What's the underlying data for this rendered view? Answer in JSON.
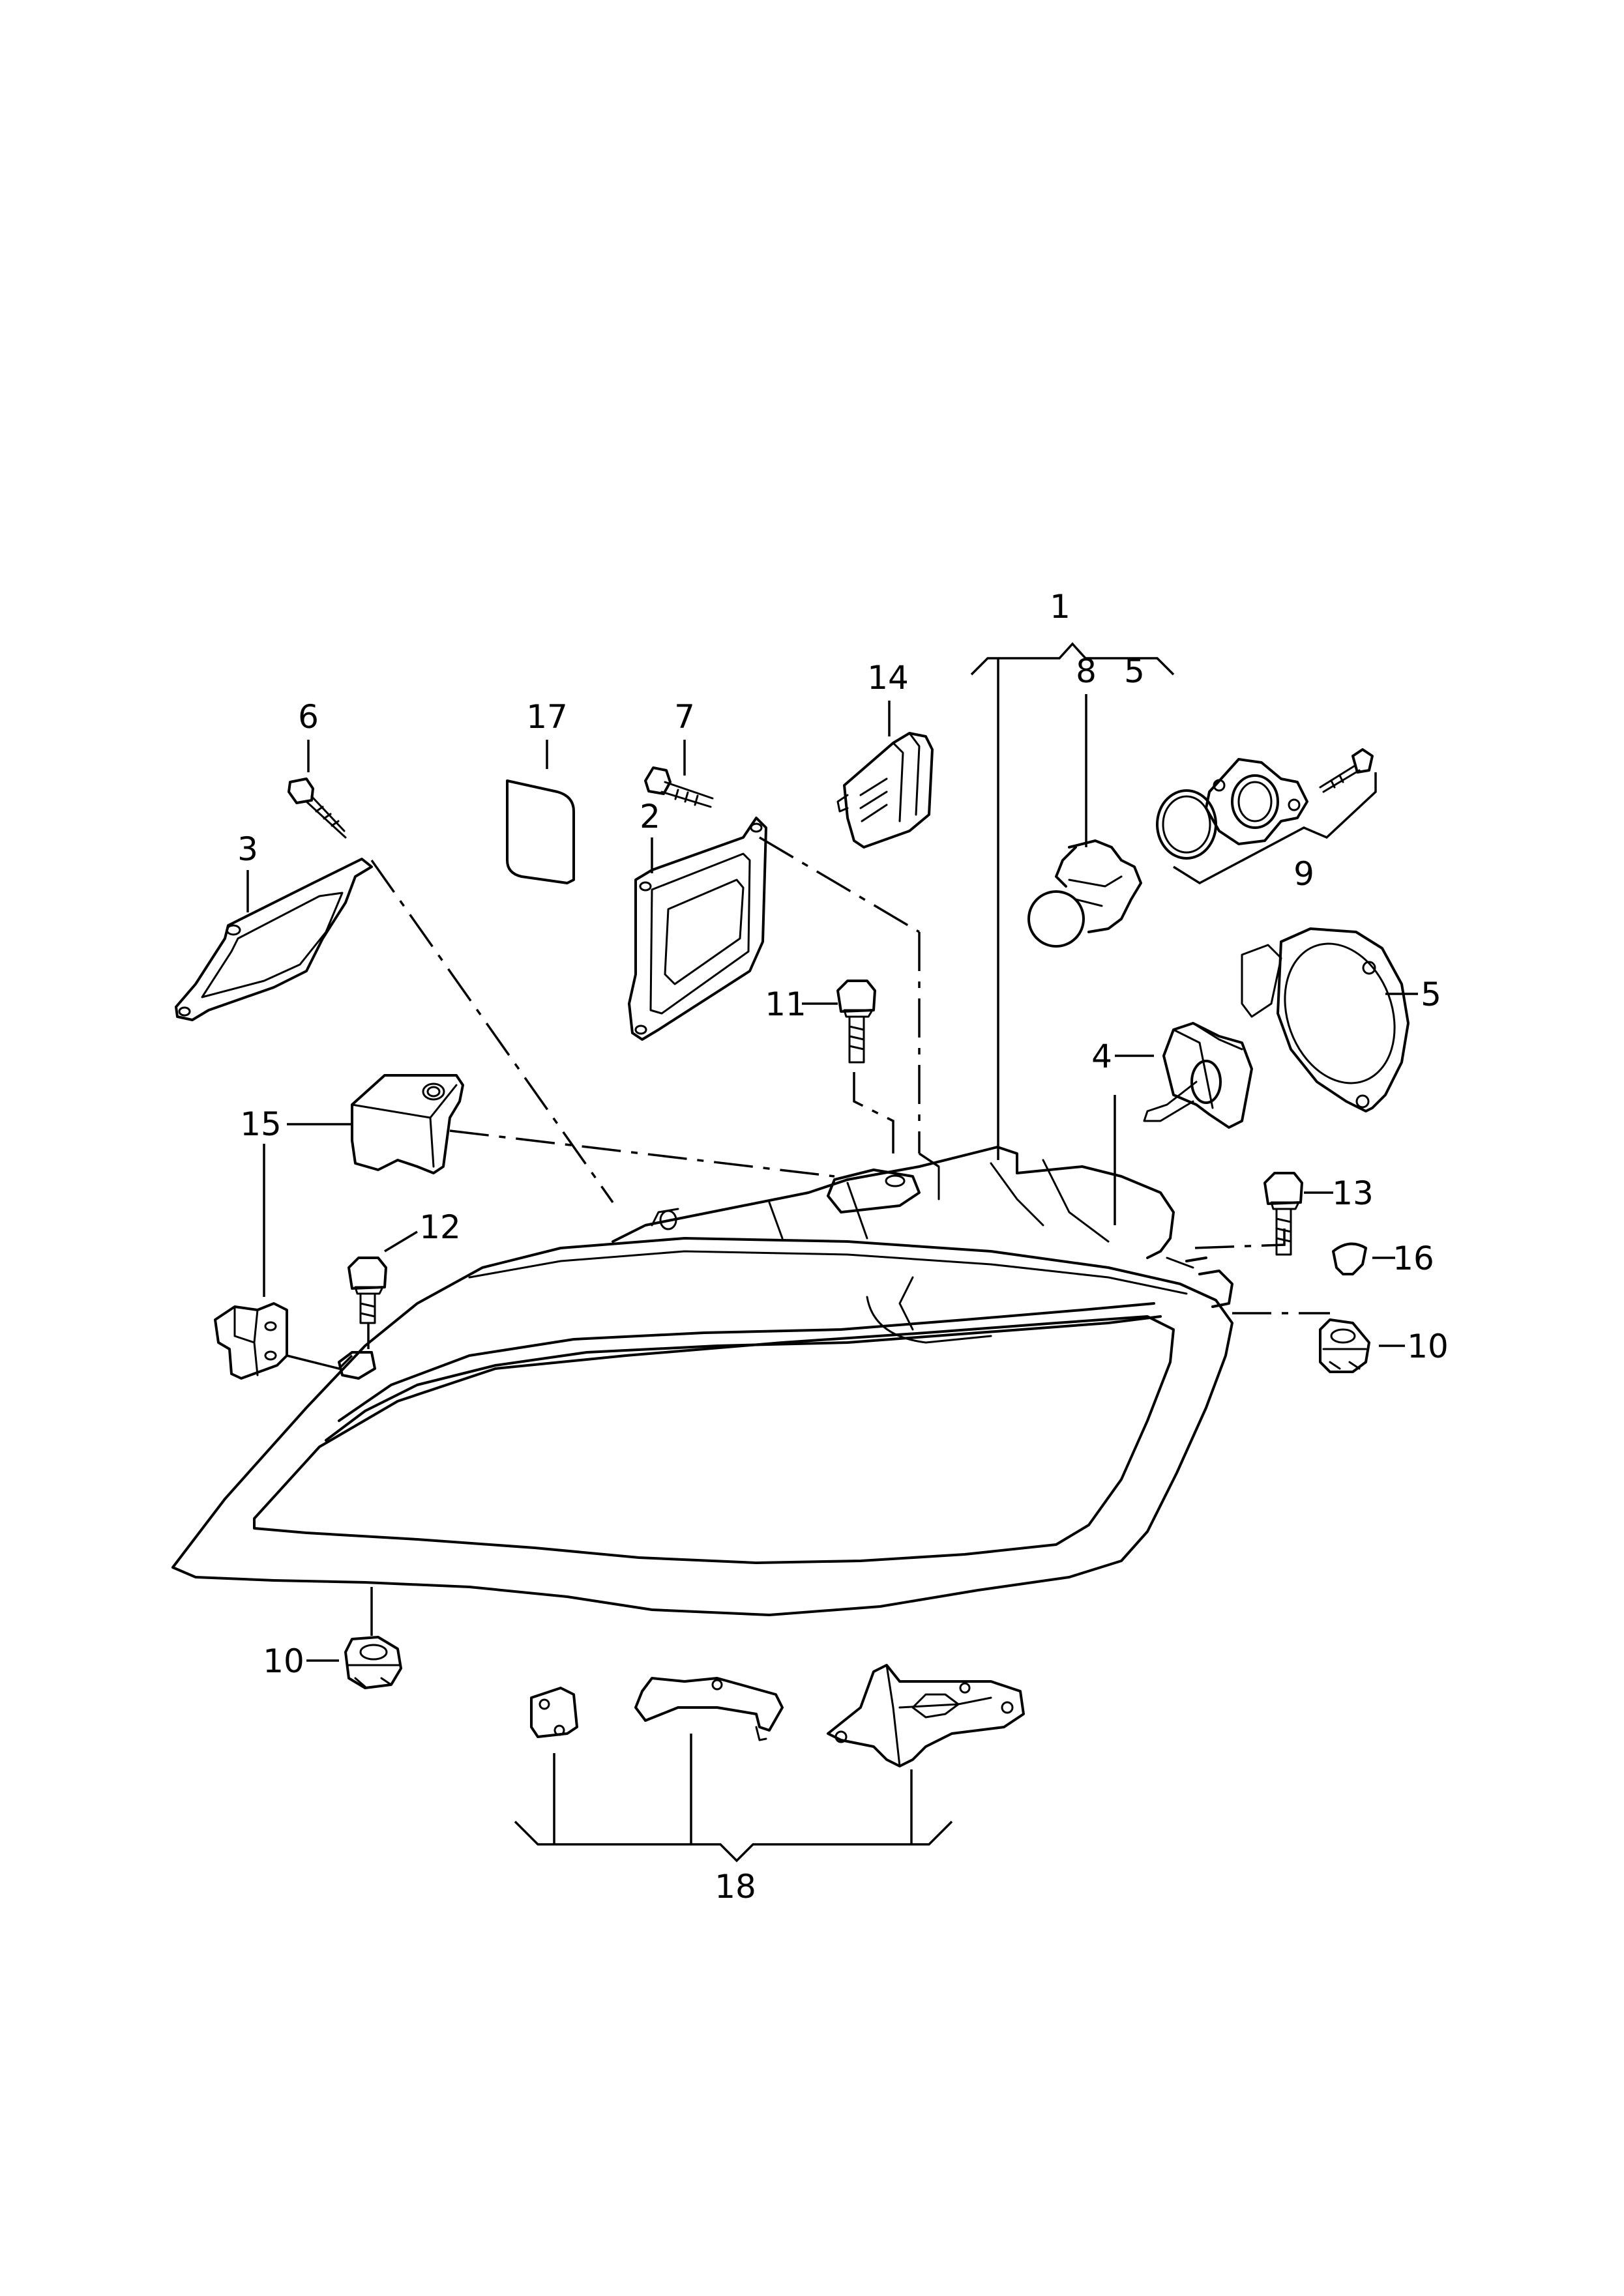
{
  "diagram": {
    "callouts": [
      {
        "id": "c1",
        "label": "1"
      },
      {
        "id": "c8",
        "label": "8"
      },
      {
        "id": "c5a",
        "label": "5"
      },
      {
        "id": "c14",
        "label": "14"
      },
      {
        "id": "c6",
        "label": "6"
      },
      {
        "id": "c17",
        "label": "17"
      },
      {
        "id": "c7",
        "label": "7"
      },
      {
        "id": "c2",
        "label": "2"
      },
      {
        "id": "c3",
        "label": "3"
      },
      {
        "id": "c9",
        "label": "9"
      },
      {
        "id": "c5b",
        "label": "5"
      },
      {
        "id": "c11",
        "label": "11"
      },
      {
        "id": "c4",
        "label": "4"
      },
      {
        "id": "c15",
        "label": "15"
      },
      {
        "id": "c13",
        "label": "13"
      },
      {
        "id": "c12",
        "label": "12"
      },
      {
        "id": "c16",
        "label": "16"
      },
      {
        "id": "c10a",
        "label": "10"
      },
      {
        "id": "c10b",
        "label": "10"
      },
      {
        "id": "c18",
        "label": "18"
      }
    ]
  }
}
